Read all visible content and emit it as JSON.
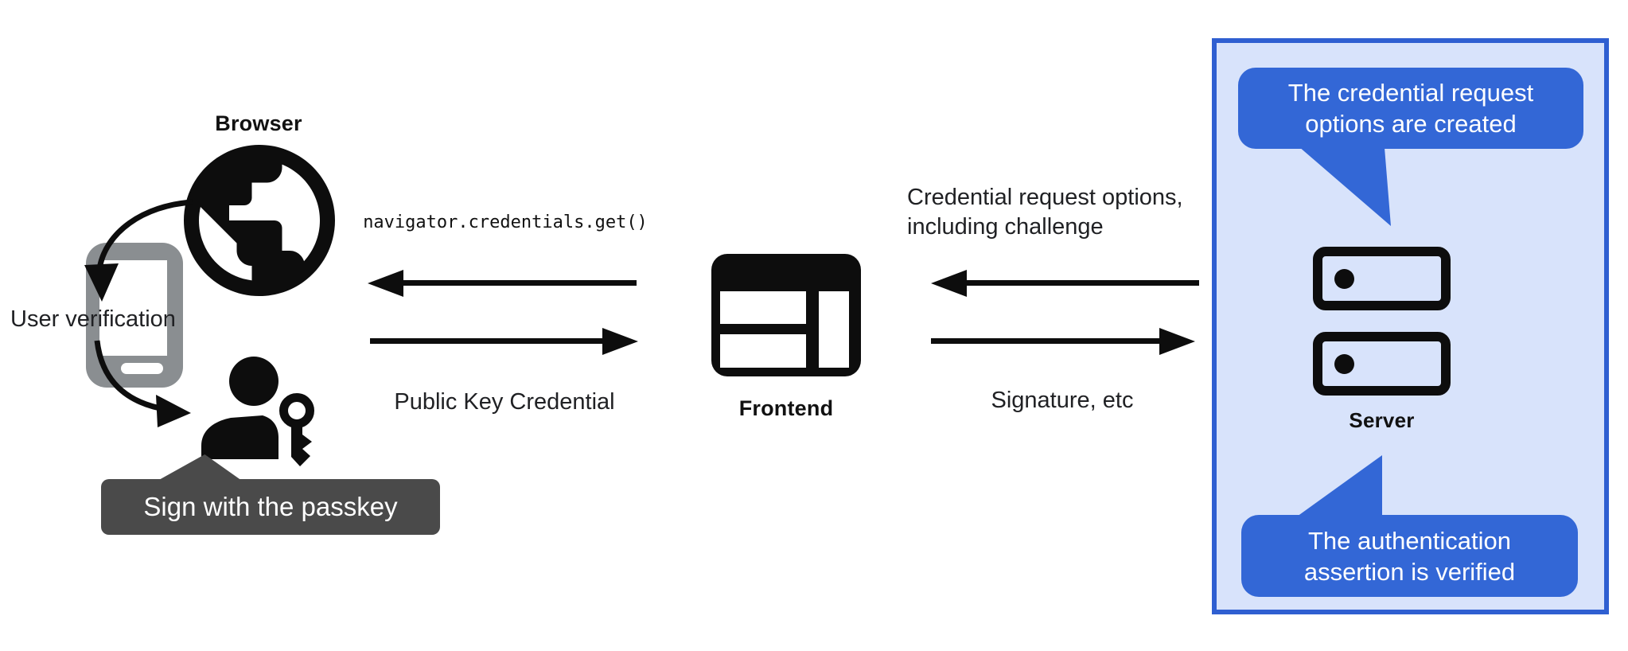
{
  "nodes": {
    "browser": {
      "label": "Browser"
    },
    "user_verification": {
      "label": "User verification"
    },
    "frontend": {
      "label": "Frontend"
    },
    "server": {
      "label": "Server"
    }
  },
  "annotations": {
    "sign_with_passkey": "Sign with the passkey",
    "navigator_call": "navigator.credentials.get()",
    "public_key_credential": "Public Key Credential",
    "credential_request_line1": "Credential request options,",
    "credential_request_line2": "including challenge",
    "signature_etc": "Signature, etc"
  },
  "server_callouts": {
    "top_line1": "The credential request",
    "top_line2": "options are created",
    "bottom_line1": "The authentication",
    "bottom_line2": "assertion is verified"
  },
  "icons": {
    "globe": "globe-icon",
    "smartphone": "smartphone-icon",
    "person": "person-icon",
    "key": "key-icon",
    "frontend_window": "browser-window-icon",
    "server": "server-stack-icon",
    "curved_arrows": "curved-arrow-icon",
    "straight_arrows": [
      "arrow-left-icon",
      "arrow-right-icon"
    ]
  },
  "colors": {
    "callout_blue": "#3367D6",
    "panel_fill": "#D8E3FB",
    "panel_border": "#2F5FD1",
    "tooltip_gray": "#4A4A4A",
    "phone_gray": "#8A8E91",
    "icon_black": "#0D0D0D",
    "background": "#FFFFFF"
  }
}
